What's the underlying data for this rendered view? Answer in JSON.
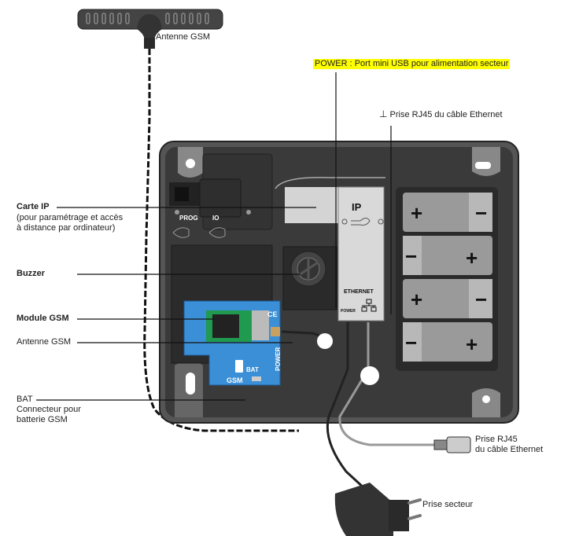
{
  "labels": {
    "antenna_top": "Antenne GSM",
    "power_port": "POWER : Port mini USB pour alimentation secteur",
    "rj45_top": "Prise RJ45 du câble Ethernet",
    "ip_card_title": "Carte IP",
    "ip_card_desc_line1": "(pour paramétrage et accès",
    "ip_card_desc_line2": "à distance par ordinateur)",
    "buzzer": "Buzzer",
    "gsm_module": "Module GSM",
    "antenna_left": "Antenne GSM",
    "bat_title": "BAT",
    "bat_desc_line1": "Connecteur pour",
    "bat_desc_line2": "batterie GSM",
    "rj45_bottom_line1": "Prise RJ45",
    "rj45_bottom_line2": "du câble Ethernet",
    "mains_plug": "Prise secteur"
  },
  "device_marks": {
    "prog": "PROG",
    "io": "IO",
    "ip": "IP",
    "ethernet": "ETHERNET",
    "power_small": "POWER",
    "power_vertical": "POWER",
    "bat": "BAT",
    "gsm": "GSM",
    "ce": "CE",
    "plus": "+",
    "minus": "−"
  },
  "colors": {
    "highlight": "#ffff00",
    "enclosure": "#3a3a3a",
    "gsm_module": "#3b8fd6",
    "ip_card": "#d4d4d4",
    "battery": "#9a9a9a",
    "sim_board": "#1f9a4f"
  }
}
